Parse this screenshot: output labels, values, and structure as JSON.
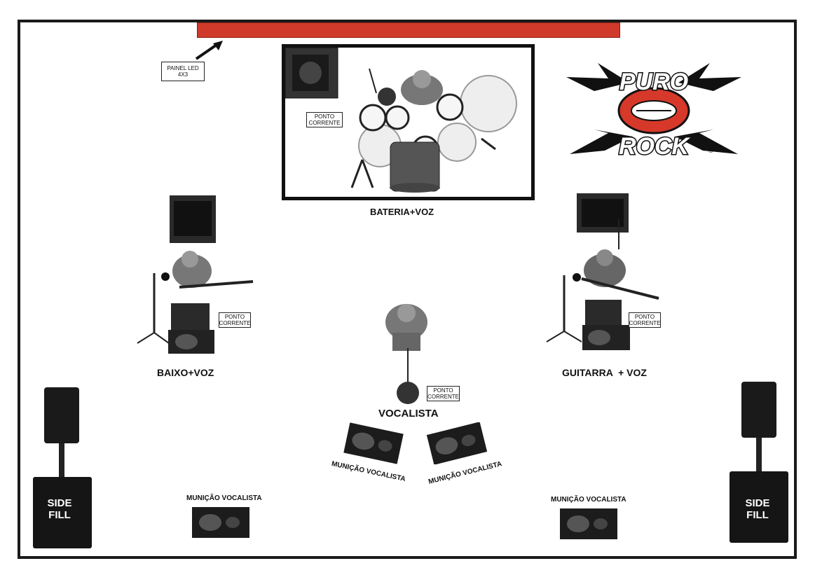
{
  "led_panel": {
    "label_line1": "PAINEL LED",
    "label_line2": "4X3"
  },
  "drums": {
    "label": "BATERIA+VOZ",
    "power_line1": "PONTO",
    "power_line2": "CORRENTE"
  },
  "bass": {
    "label": "BAIXO+VOZ",
    "power_line1": "PONTO",
    "power_line2": "CORRENTE"
  },
  "guitar": {
    "label": "GUITARRA  + VOZ",
    "power_line1": "PONTO",
    "power_line2": "CORRENTE"
  },
  "vocal": {
    "label": "VOCALISTA",
    "power_line1": "PONTO",
    "power_line2": "CORRENTE"
  },
  "monitors": {
    "center_left": "MUNIÇÃO VOCALISTA",
    "center_right": "MUNIÇÃO VOCALISTA",
    "left": "MUNIÇÃO VOCALISTA",
    "right": "MUNIÇÃO VOCALISTA"
  },
  "side_fill": {
    "left_line1": "SIDE",
    "left_line2": "FILL",
    "right_line1": "SIDE",
    "right_line2": "FILL"
  },
  "logo": {
    "line1": "PURO",
    "line2": "ROCK",
    "mark": "®"
  },
  "colors": {
    "led_panel": "#cf3a2a",
    "logo_red": "#d6382a",
    "logo_black": "#111111"
  }
}
